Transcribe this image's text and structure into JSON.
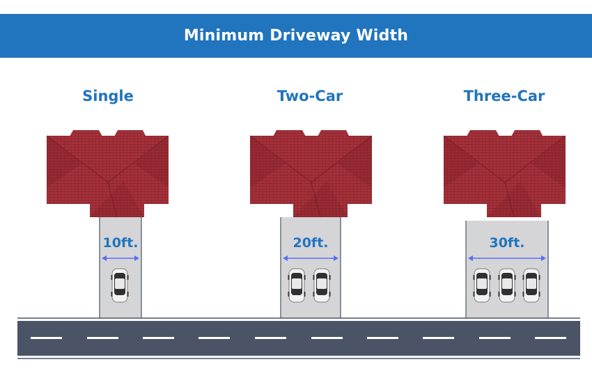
{
  "header": {
    "title": "Minimum Driveway Width"
  },
  "driveways": [
    {
      "name": "Single",
      "width_label": "10ft.",
      "width_ft": 10,
      "cars": 1
    },
    {
      "name": "Two-Car",
      "width_label": "20ft.",
      "width_ft": 20,
      "cars": 2
    },
    {
      "name": "Three-Car",
      "width_label": "30ft.",
      "width_ft": 30,
      "cars": 3
    }
  ],
  "colors": {
    "header_bg": "#2174be",
    "accent": "#2174be",
    "arrow": "#5b6ef0",
    "roof": "#a6313a",
    "roof_dark": "#7f1f27",
    "driveway": "#d5d5d7",
    "road": "#4a5466",
    "lane_marking": "#ffffff"
  }
}
